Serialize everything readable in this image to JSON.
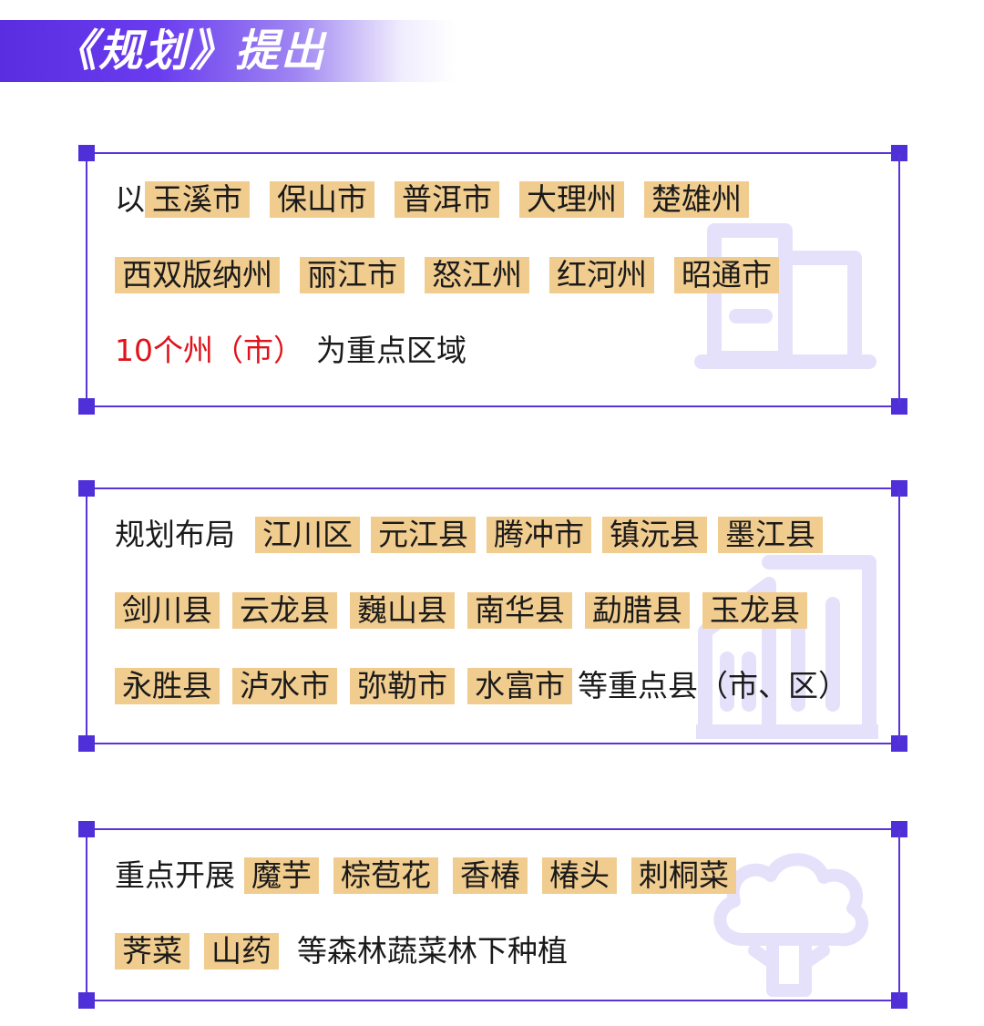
{
  "banner": {
    "title": "《规划》提出"
  },
  "panel1": {
    "lead": "以",
    "row1": [
      "玉溪市",
      "保山市",
      "普洱市",
      "大理州",
      "楚雄州"
    ],
    "row2": [
      "西双版纳州",
      "丽江市",
      "怒江州",
      "红河州",
      "昭通市"
    ],
    "highlight": "10个州（市）",
    "suffix": "为重点区域",
    "icon": "building-icon"
  },
  "panel2": {
    "lead": "规划布局",
    "row1": [
      "江川区",
      "元江县",
      "腾冲市",
      "镇沅县",
      "墨江县"
    ],
    "row2": [
      "剑川县",
      "云龙县",
      "巍山县",
      "南华县",
      "勐腊县",
      "玉龙县"
    ],
    "row3": [
      "永胜县",
      "泸水市",
      "弥勒市",
      "水富市"
    ],
    "suffix": "等重点县（市、区）",
    "icon": "buildings-icon"
  },
  "panel3": {
    "lead": "重点开展",
    "row1": [
      "魔芋",
      "棕苞花",
      "香椿",
      "椿头",
      "刺桐菜"
    ],
    "row2": [
      "荠菜",
      "山药"
    ],
    "suffix": "等森林蔬菜林下种植",
    "icon": "tree-icon"
  },
  "colors": {
    "accent": "#5b33d6",
    "tag_bg": "#f1cc8f",
    "highlight_red": "#e0121a",
    "icon_tint": "#e6e1fb"
  }
}
